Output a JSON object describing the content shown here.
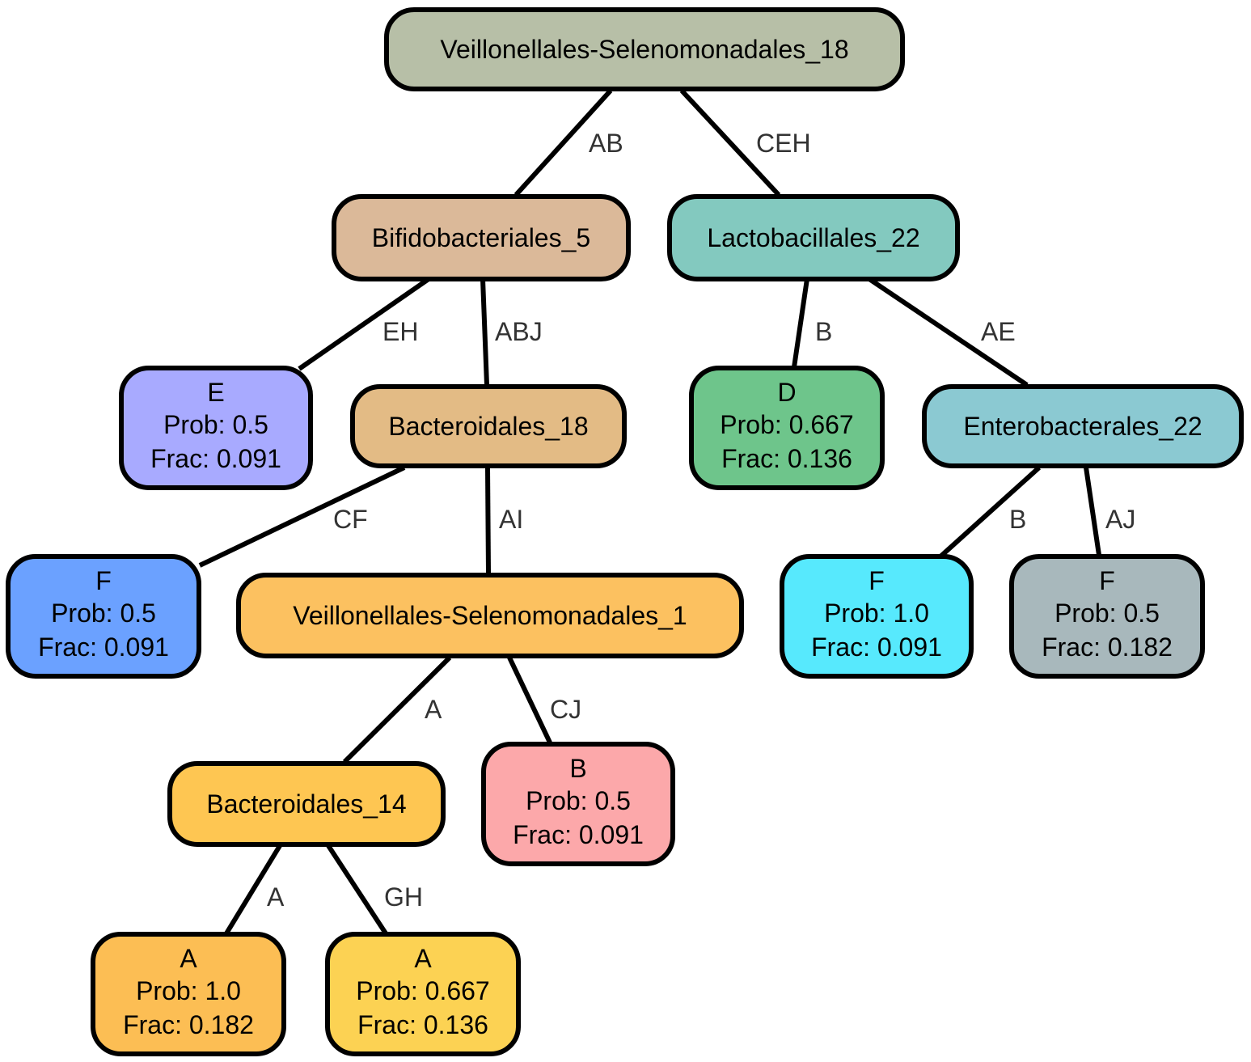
{
  "nodes": {
    "n_root": {
      "title": "Veillonellales-Selenomonadales_18",
      "color": "#b7bfa7"
    },
    "n_bif5": {
      "title": "Bifidobacteriales_5",
      "color": "#dbb999"
    },
    "n_lac22": {
      "title": "Lactobacillales_22",
      "color": "#83c9bf"
    },
    "n_E": {
      "title": "E",
      "prob": "Prob: 0.5",
      "frac": "Frac: 0.091",
      "color": "#a8aaff"
    },
    "n_bac18": {
      "title": "Bacteroidales_18",
      "color": "#e3bb85"
    },
    "n_D": {
      "title": "D",
      "prob": "Prob: 0.667",
      "frac": "Frac: 0.136",
      "color": "#6ec58b"
    },
    "n_ent22": {
      "title": "Enterobacterales_22",
      "color": "#8bc9d2"
    },
    "n_F1": {
      "title": "F",
      "prob": "Prob: 0.5",
      "frac": "Frac: 0.091",
      "color": "#6ba1ff"
    },
    "n_veil1": {
      "title": "Veillonellales-Selenomonadales_1",
      "color": "#fcc160"
    },
    "n_F2": {
      "title": "F",
      "prob": "Prob: 1.0",
      "frac": "Frac: 0.091",
      "color": "#57e9fd"
    },
    "n_F3": {
      "title": "F",
      "prob": "Prob: 0.5",
      "frac": "Frac: 0.182",
      "color": "#a8b8bc"
    },
    "n_bac14": {
      "title": "Bacteroidales_14",
      "color": "#fec652"
    },
    "n_B": {
      "title": "B",
      "prob": "Prob: 0.5",
      "frac": "Frac: 0.091",
      "color": "#fca8aa"
    },
    "n_A1": {
      "title": "A",
      "prob": "Prob: 1.0",
      "frac": "Frac: 0.182",
      "color": "#fcbe54"
    },
    "n_A2": {
      "title": "A",
      "prob": "Prob: 0.667",
      "frac": "Frac: 0.136",
      "color": "#fcd253"
    }
  },
  "edges": [
    {
      "from": "n_root",
      "to": "n_bif5",
      "label": "AB"
    },
    {
      "from": "n_root",
      "to": "n_lac22",
      "label": "CEH"
    },
    {
      "from": "n_bif5",
      "to": "n_E",
      "label": "EH"
    },
    {
      "from": "n_bif5",
      "to": "n_bac18",
      "label": "ABJ"
    },
    {
      "from": "n_lac22",
      "to": "n_D",
      "label": "B"
    },
    {
      "from": "n_lac22",
      "to": "n_ent22",
      "label": "AE"
    },
    {
      "from": "n_bac18",
      "to": "n_F1",
      "label": "CF"
    },
    {
      "from": "n_bac18",
      "to": "n_veil1",
      "label": "AI"
    },
    {
      "from": "n_ent22",
      "to": "n_F2",
      "label": "B"
    },
    {
      "from": "n_ent22",
      "to": "n_F3",
      "label": "AJ"
    },
    {
      "from": "n_veil1",
      "to": "n_bac14",
      "label": "A"
    },
    {
      "from": "n_veil1",
      "to": "n_B",
      "label": "CJ"
    },
    {
      "from": "n_bac14",
      "to": "n_A1",
      "label": "A"
    },
    {
      "from": "n_bac14",
      "to": "n_A2",
      "label": "GH"
    }
  ]
}
